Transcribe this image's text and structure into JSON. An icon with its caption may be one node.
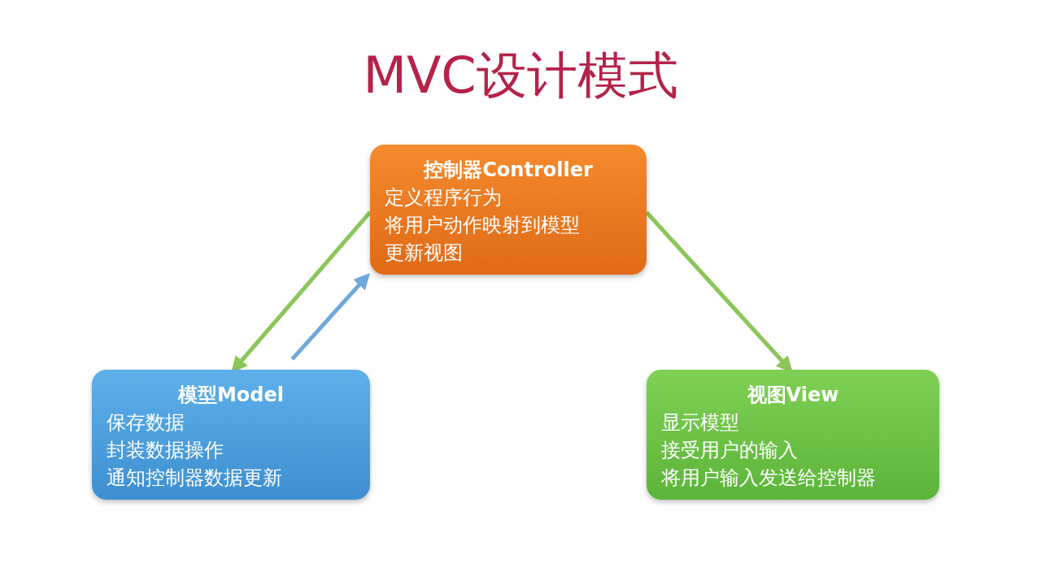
{
  "diagram": {
    "title": "MVC设计模式",
    "nodes": [
      {
        "text": [
          "控制器Controller",
          "定义程序行为",
          "将用户动作映射到模型",
          "更新视图"
        ]
      },
      {
        "text": [
          "模型Model",
          "保存数据",
          "封装数据操作",
          "通知控制器数据更新"
        ]
      },
      {
        "text": [
          "视图View",
          "显示模型",
          "接受用户的输入",
          "将用户输入发送给控制器"
        ]
      }
    ],
    "edges": [
      {
        "from": 0,
        "to": 1,
        "arrow": "to"
      },
      {
        "from": 1,
        "to": 0,
        "arrow": "to",
        "color": "#6fa8dc"
      },
      {
        "from": 0,
        "to": 2,
        "arrow": "to"
      }
    ]
  }
}
